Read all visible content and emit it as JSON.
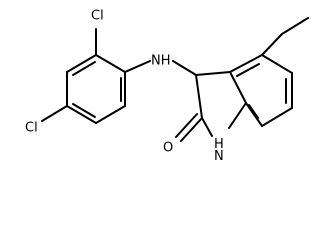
{
  "molecule": {
    "atom_labels": {
      "cl_top": "Cl",
      "cl_left": "Cl",
      "nh_amine": "NH",
      "nh_ring": "H\nN",
      "oxygen": "O"
    }
  },
  "colors": {
    "bond": "#000000",
    "label": "#000000",
    "background": "#ffffff"
  }
}
